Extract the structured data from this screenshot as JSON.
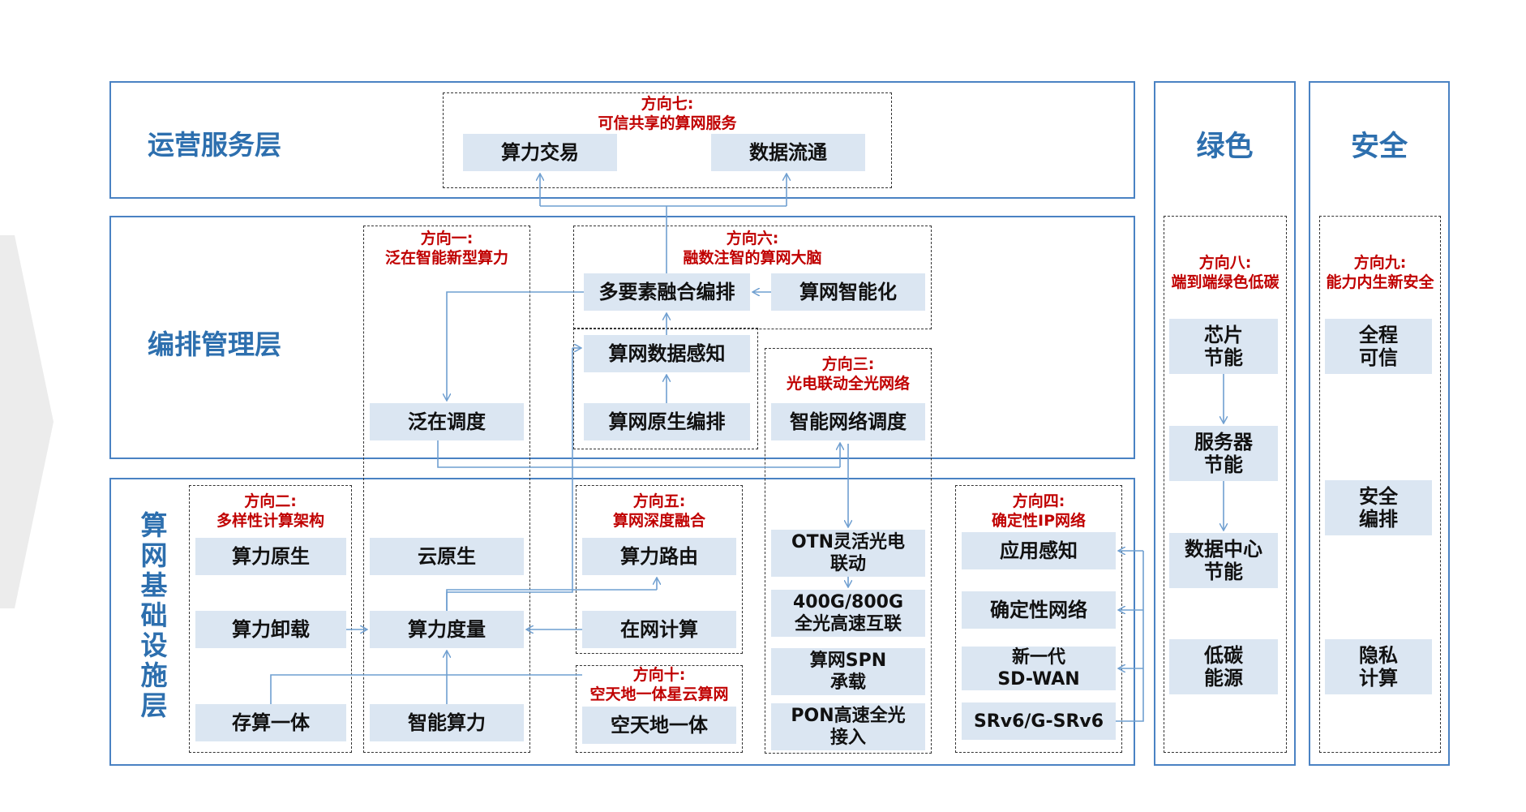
{
  "layers": {
    "ops": "运营服务层",
    "orch": "编排管理层",
    "infra": "算网基础设施层"
  },
  "columns": {
    "green": "绿色",
    "security": "安全"
  },
  "directions": {
    "d7": [
      "方向七:",
      "可信共享的算网服务"
    ],
    "d1": [
      "方向一:",
      "泛在智能新型算力"
    ],
    "d6": [
      "方向六:",
      "融数注智的算网大脑"
    ],
    "d3": [
      "方向三:",
      "光电联动全光网络"
    ],
    "d2": [
      "方向二:",
      "多样性计算架构"
    ],
    "d5": [
      "方向五:",
      "算网深度融合"
    ],
    "d10": [
      "方向十:",
      "空天地一体星云算网"
    ],
    "d4": [
      "方向四:",
      "确定性IP网络"
    ],
    "d8": [
      "方向八:",
      "端到端绿色低碳"
    ],
    "d9": [
      "方向九:",
      "能力内生新安全"
    ]
  },
  "boxes": {
    "trade": "算力交易",
    "dataflow": "数据流通",
    "multi_orch": "多要素融合编排",
    "net_intel": "算网智能化",
    "net_sense": "算网数据感知",
    "native_orch": "算网原生编排",
    "ubiq_sched": "泛在调度",
    "smart_net_sched": "智能网络调度",
    "native": "算力原生",
    "offload": "算力卸载",
    "storage_compute": "存算一体",
    "cloud_native": "云原生",
    "measure": "算力度量",
    "ai_compute": "智能算力",
    "routing": "算力路由",
    "in_net": "在网计算",
    "space": "空天地一体",
    "otn": "OTN灵活光电\n联动",
    "allopt": "400G/800G\n全光高速互联",
    "spn": "算网SPN\n承载",
    "pon": "PON高速全光\n接入",
    "app_aware": "应用感知",
    "det_net": "确定性网络",
    "sdwan": "新一代\nSD-WAN",
    "srv6": "SRv6/G-SRv6",
    "chip": "芯片\n节能",
    "server": "服务器\n节能",
    "dc": "数据中心\n节能",
    "low_carbon": "低碳\n能源",
    "trust": "全程\n可信",
    "sec_orch": "安全\n编排",
    "privacy": "隐私\n计算"
  },
  "colors": {
    "border": "#4a82c3",
    "title": "#2d6fae",
    "direction": "#c00000",
    "box": "#dbe6f2",
    "arrow": "#6f9fd0"
  }
}
